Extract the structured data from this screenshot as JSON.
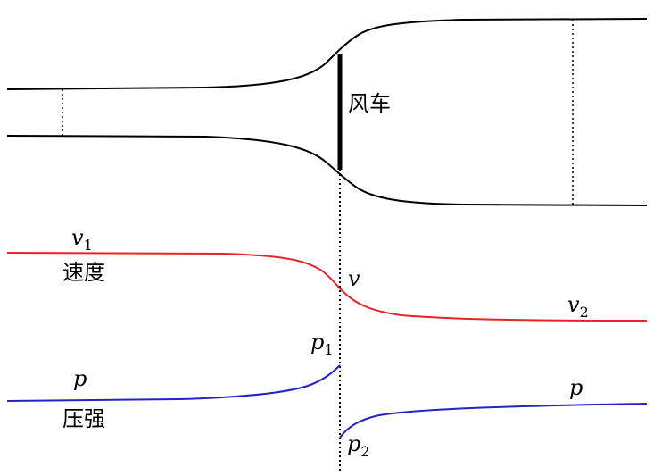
{
  "diagram": {
    "windmill_label": "风车",
    "speed_label": "速度",
    "pressure_label": "压强",
    "v1": {
      "base": "v",
      "sub": "1"
    },
    "v": {
      "base": "v"
    },
    "v2": {
      "base": "v",
      "sub": "2"
    },
    "p_left": {
      "base": "p"
    },
    "p1": {
      "base": "p",
      "sub": "1"
    },
    "p2": {
      "base": "p",
      "sub": "2"
    },
    "p_right": {
      "base": "p"
    },
    "colors": {
      "streamtube": "#000000",
      "windmill": "#000000",
      "speed_curve": "#e8242b",
      "pressure_curve": "#2323c8",
      "guide_lines": "#000000"
    }
  }
}
